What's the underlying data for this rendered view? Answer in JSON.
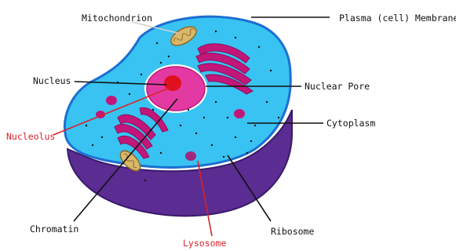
{
  "labels": {
    "mitochondrion": "Mitochondrion",
    "plasma_membrane": "Plasma (cell) Membrane",
    "nucleus": "Nucleus",
    "nuclear_pore": "Nuclear Pore",
    "nucleolus": "Nucleolus",
    "cytoplasm": "Cytoplasm",
    "chromatin": "Chromatin",
    "lysosome": "Lysosome",
    "ribosome": "Ribosome"
  },
  "colors": {
    "black_label": "#111111",
    "red_label": "#d8232a",
    "cytoplasm": "#39c3f2",
    "membrane_side": "#5b2c91",
    "membrane_edge": "#1c6fd1",
    "organelle_magenta": "#c2177a",
    "nucleus_pink": "#e23aa2",
    "nucleolus_red": "#e0101e",
    "mito_tan": "#d9b86a"
  }
}
